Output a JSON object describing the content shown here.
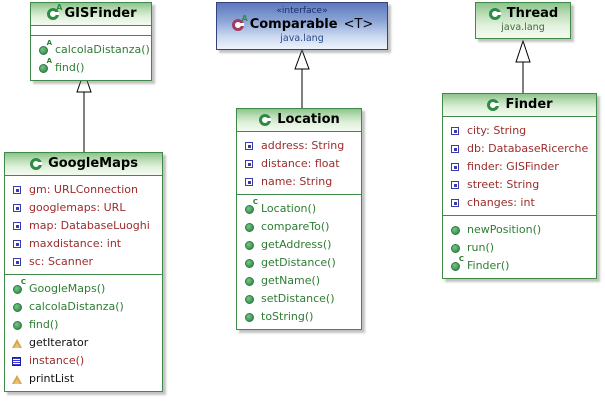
{
  "diagram": {
    "kind": "uml-class-diagram",
    "background": "#ffffff",
    "colors": {
      "class_border": "#3f8a46",
      "class_header_green": "#8cc48c",
      "interface_border": "#34417a",
      "interface_header_blue": "#5d78bd",
      "attribute_text": "#9c2b2b",
      "method_text": "#2e7d32",
      "package_text": "#3f6b3f"
    }
  },
  "classes": {
    "gisfinder": {
      "name": "GISFinder",
      "icon": "abstract-class-icon",
      "stereotype": "",
      "package": "",
      "attributes": [],
      "methods": [
        {
          "label": "calcolaDistanza()",
          "icon": "public-abstract-method-icon"
        },
        {
          "label": "find()",
          "icon": "public-abstract-method-icon"
        }
      ]
    },
    "googlemaps": {
      "name": "GoogleMaps",
      "icon": "class-icon",
      "stereotype": "",
      "package": "",
      "attributes": [
        {
          "label": "gm: URLConnection",
          "icon": "private-field-icon"
        },
        {
          "label": "googlemaps: URL",
          "icon": "private-field-icon"
        },
        {
          "label": "map: DatabaseLuoghi",
          "icon": "private-field-icon"
        },
        {
          "label": "maxdistance: int",
          "icon": "private-field-icon"
        },
        {
          "label": "sc: Scanner",
          "icon": "private-field-icon"
        }
      ],
      "methods": [
        {
          "label": "GoogleMaps()",
          "icon": "constructor-icon"
        },
        {
          "label": "calcolaDistanza()",
          "icon": "public-method-icon"
        },
        {
          "label": "find()",
          "icon": "public-method-icon"
        },
        {
          "label": "getIterator",
          "icon": "package-method-icon"
        },
        {
          "label": "instance()",
          "icon": "private-method-icon"
        },
        {
          "label": "printList",
          "icon": "package-method-icon"
        }
      ]
    },
    "comparable": {
      "name": "Comparable",
      "type_param": "<T>",
      "icon": "abstract-interface-icon",
      "stereotype": "«interface»",
      "package": "java.lang",
      "attributes": [],
      "methods": []
    },
    "location": {
      "name": "Location",
      "icon": "class-icon",
      "stereotype": "",
      "package": "",
      "attributes": [
        {
          "label": "address: String",
          "icon": "private-field-icon"
        },
        {
          "label": "distance: float",
          "icon": "private-field-icon"
        },
        {
          "label": "name: String",
          "icon": "private-field-icon"
        }
      ],
      "methods": [
        {
          "label": "Location()",
          "icon": "constructor-icon"
        },
        {
          "label": "compareTo()",
          "icon": "public-method-icon"
        },
        {
          "label": "getAddress()",
          "icon": "public-method-icon"
        },
        {
          "label": "getDistance()",
          "icon": "public-method-icon"
        },
        {
          "label": "getName()",
          "icon": "public-method-icon"
        },
        {
          "label": "setDistance()",
          "icon": "public-method-icon"
        },
        {
          "label": "toString()",
          "icon": "public-method-icon"
        }
      ]
    },
    "thread": {
      "name": "Thread",
      "icon": "class-icon",
      "stereotype": "",
      "package": "java.lang",
      "attributes": [],
      "methods": []
    },
    "finder": {
      "name": "Finder",
      "icon": "class-icon",
      "stereotype": "",
      "package": "",
      "attributes": [
        {
          "label": "city: String",
          "icon": "private-field-icon"
        },
        {
          "label": "db: DatabaseRicerche",
          "icon": "private-field-icon"
        },
        {
          "label": "finder: GISFinder",
          "icon": "private-field-icon"
        },
        {
          "label": "street: String",
          "icon": "private-field-icon"
        },
        {
          "label": "changes: int",
          "icon": "private-field-icon"
        }
      ],
      "methods": [
        {
          "label": "newPosition()",
          "icon": "public-method-icon"
        },
        {
          "label": "run()",
          "icon": "public-method-icon"
        },
        {
          "label": "Finder()",
          "icon": "constructor-icon"
        }
      ]
    }
  },
  "relations": [
    {
      "name": "googlemaps-extends-gisfinder",
      "type": "generalization",
      "from": "GoogleMaps",
      "to": "GISFinder"
    },
    {
      "name": "location-implements-comparable",
      "type": "generalization",
      "from": "Location",
      "to": "Comparable"
    },
    {
      "name": "finder-extends-thread",
      "type": "generalization",
      "from": "Finder",
      "to": "Thread"
    }
  ]
}
